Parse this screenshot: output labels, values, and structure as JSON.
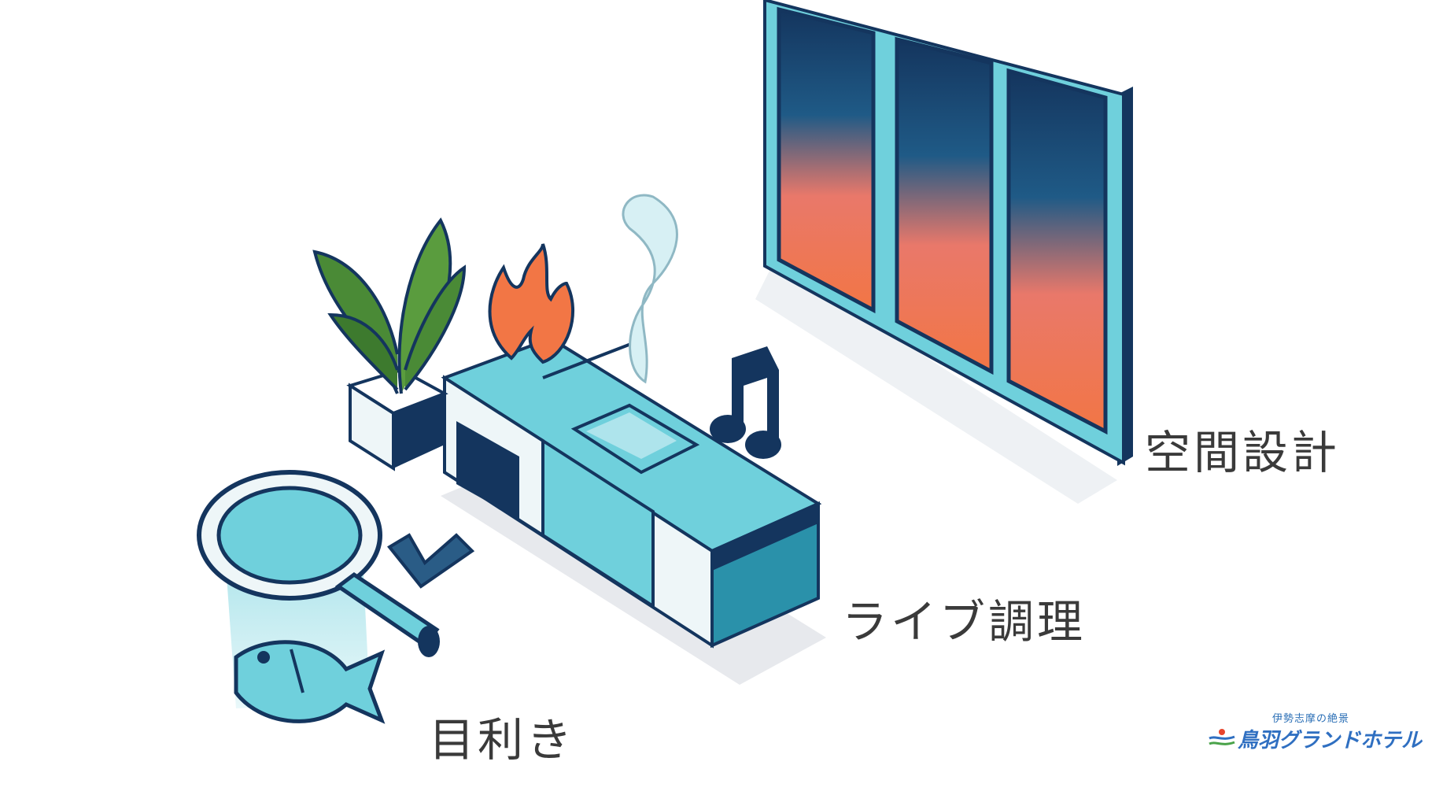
{
  "labels": {
    "space_design": "空間設計",
    "live_cooking": "ライブ調理",
    "connoisseurship": "目利き"
  },
  "logo": {
    "tagline": "伊勢志摩の絶景",
    "name": "鳥羽グランドホテル"
  },
  "colors": {
    "navy": "#14355e",
    "teal": "#6fd0dc",
    "light_teal": "#bfe9ef",
    "flame": "#f27645",
    "leaf": "#4a8a36",
    "logo_blue": "#2f6fc1"
  }
}
